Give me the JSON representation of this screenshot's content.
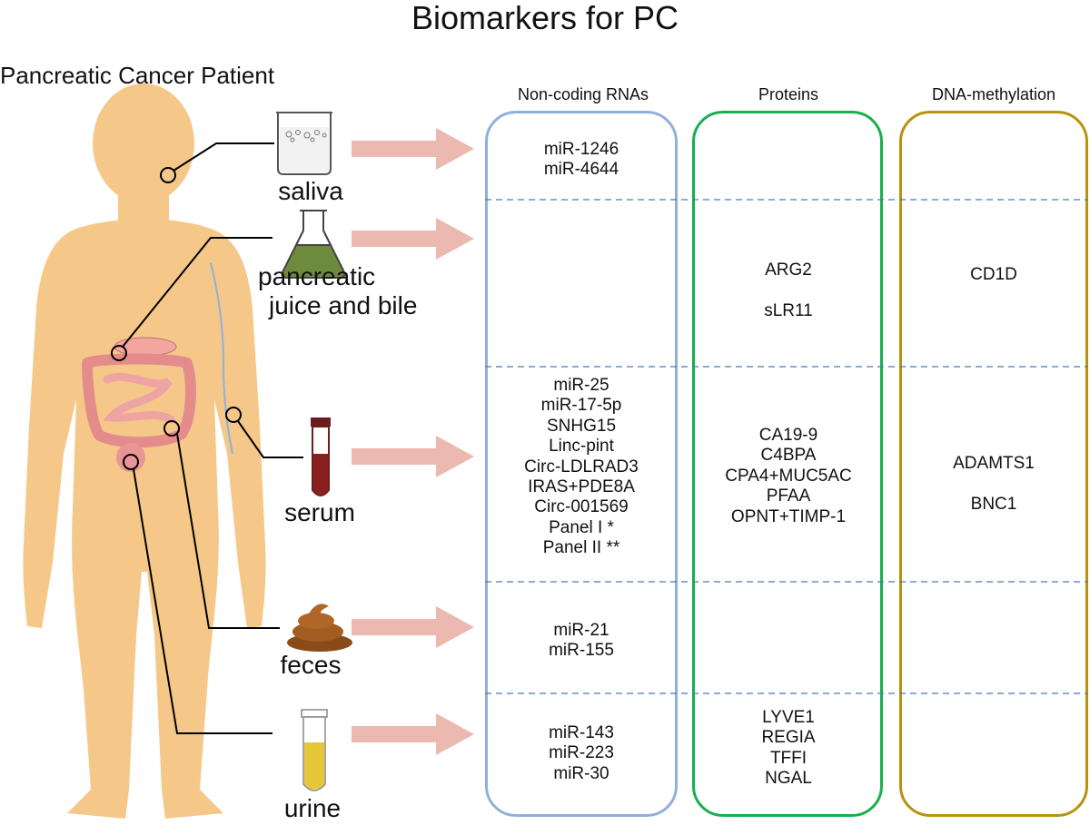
{
  "title": "Biomarkers for PC",
  "patient_label": "Pancreatic Cancer Patient",
  "columns": [
    {
      "name": "Non-coding RNAs",
      "color": "#8fb0dc"
    },
    {
      "name": "Proteins",
      "color": "#16b04d"
    },
    {
      "name": "DNA-methylation",
      "color": "#b8920e"
    }
  ],
  "sources": [
    {
      "label_lines": [
        "saliva"
      ],
      "icon": "beaker-icon"
    },
    {
      "label_lines": [
        "pancreatic",
        "juice and bile"
      ],
      "icon": "flask-icon"
    },
    {
      "label_lines": [
        "serum"
      ],
      "icon": "blood-tube-icon"
    },
    {
      "label_lines": [
        "feces"
      ],
      "icon": "feces-icon"
    },
    {
      "label_lines": [
        "urine"
      ],
      "icon": "urine-tube-icon"
    }
  ],
  "rows": [
    {
      "ncrna": [
        "miR-1246",
        "miR-4644"
      ],
      "proteins": [],
      "methylation": []
    },
    {
      "ncrna": [],
      "proteins": [
        "ARG2",
        "",
        "sLR11"
      ],
      "methylation": [
        "CD1D"
      ]
    },
    {
      "ncrna": [
        "miR-25",
        "miR-17-5p",
        "SNHG15",
        "Linc-pint",
        "Circ-LDLRAD3",
        "IRAS+PDE8A",
        "Circ-001569",
        "Panel I *",
        "Panel II **"
      ],
      "proteins": [
        "CA19-9",
        "C4BPA",
        "CPA4+MUC5AC",
        "PFAA",
        "OPNT+TIMP-1"
      ],
      "methylation": [
        "ADAMTS1",
        "",
        "BNC1"
      ]
    },
    {
      "ncrna": [
        "miR-21",
        "miR-155"
      ],
      "proteins": [],
      "methylation": []
    },
    {
      "ncrna": [
        "miR-143",
        "miR-223",
        "miR-30"
      ],
      "proteins": [
        "LYVE1",
        "REGIA",
        "TFFI",
        "NGAL"
      ],
      "methylation": []
    }
  ],
  "colors": {
    "skin": "#f5c88a",
    "arrow": "#ebb9b0",
    "divider": "#4a7ab8",
    "organ": "#e99595"
  }
}
